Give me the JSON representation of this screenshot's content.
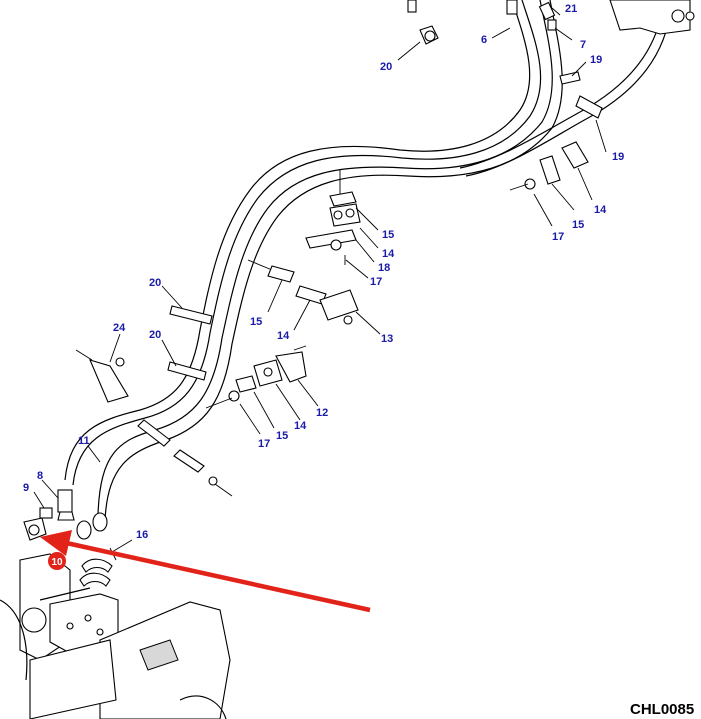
{
  "diagram": {
    "drawing_code": "CHL0085",
    "highlight_color": "#e2231a",
    "callout_color": "#1a1aa8",
    "callouts": [
      {
        "id": "c21a",
        "label": "21"
      },
      {
        "id": "c7",
        "label": "7"
      },
      {
        "id": "c6",
        "label": "6"
      },
      {
        "id": "c20a",
        "label": "20"
      },
      {
        "id": "c19a",
        "label": "19"
      },
      {
        "id": "c19b",
        "label": "19"
      },
      {
        "id": "c15a",
        "label": "15"
      },
      {
        "id": "c14a",
        "label": "14"
      },
      {
        "id": "c17a",
        "label": "17"
      },
      {
        "id": "c15b",
        "label": "15"
      },
      {
        "id": "c14b",
        "label": "14"
      },
      {
        "id": "c18",
        "label": "18"
      },
      {
        "id": "c17b",
        "label": "17"
      },
      {
        "id": "c20b",
        "label": "20"
      },
      {
        "id": "c15c",
        "label": "15"
      },
      {
        "id": "c14c",
        "label": "14"
      },
      {
        "id": "c13",
        "label": "13"
      },
      {
        "id": "c24",
        "label": "24"
      },
      {
        "id": "c20c",
        "label": "20"
      },
      {
        "id": "c11",
        "label": "11"
      },
      {
        "id": "c12",
        "label": "12"
      },
      {
        "id": "c14d",
        "label": "14"
      },
      {
        "id": "c15d",
        "label": "15"
      },
      {
        "id": "c17c",
        "label": "17"
      },
      {
        "id": "c8",
        "label": "8"
      },
      {
        "id": "c9",
        "label": "9"
      },
      {
        "id": "c16",
        "label": "16"
      }
    ],
    "highlighted_part": {
      "label": "10"
    }
  }
}
